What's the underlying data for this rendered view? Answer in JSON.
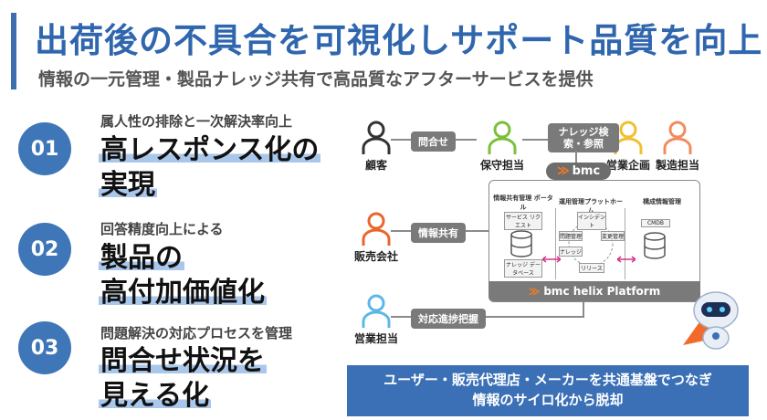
{
  "header": {
    "title": "出荷後の不具合を可視化しサポート品質を向上",
    "subtitle": "情報の一元管理・製品ナレッジ共有で高品質なアフターサービスを提供"
  },
  "points": [
    {
      "num": "01",
      "lead": "属人性の排除と一次解決率向上",
      "big1": "高レスポンス化の",
      "big2": "実現"
    },
    {
      "num": "02",
      "lead": "回答精度向上による",
      "big1": "製品の",
      "big2": "高付加価値化"
    },
    {
      "num": "03",
      "lead": "問題解決の対応プロセスを管理",
      "big1": "問合せ状況を",
      "big2": "見える化"
    }
  ],
  "diagram": {
    "customer": "顧客",
    "support": "保守担当",
    "sales_plan": "営業企画",
    "mfg": "製造担当",
    "reseller": "販売会社",
    "sales": "営業担当",
    "pill_inquiry": "問合せ",
    "pill_share": "情報共有",
    "pill_progress": "対応進捗把握",
    "pill_knowledge": "ナレッジ検索・参照",
    "bmc": "bmc",
    "col1": "情報共有管理 ポータル",
    "col2": "運用管理プラットホーム",
    "col3": "構成情報管理",
    "service": "サービス リクエスト",
    "knowledge_db": "ナレッジ データベース",
    "incident": "インシデント",
    "problem": "問題管理",
    "knowledge": "ナレッジ",
    "change": "変更管理",
    "release": "リリース",
    "cmdb": "CMDB",
    "platform_prefix": "bmc helix",
    "platform": "Platform"
  },
  "banner": {
    "line1": "ユーザー・販売代理店・メーカーを共通基盤でつなぎ",
    "line2": "情報のサイロ化から脱却"
  },
  "colors": {
    "accent": "#3d6fb0",
    "customer": "#333333",
    "support": "#7cbf3a",
    "sales_plan": "#f0c030",
    "mfg": "#f28c5c",
    "reseller": "#e8662c",
    "sales": "#5bb8e6",
    "bmc_orange": "#ff7a1a"
  }
}
